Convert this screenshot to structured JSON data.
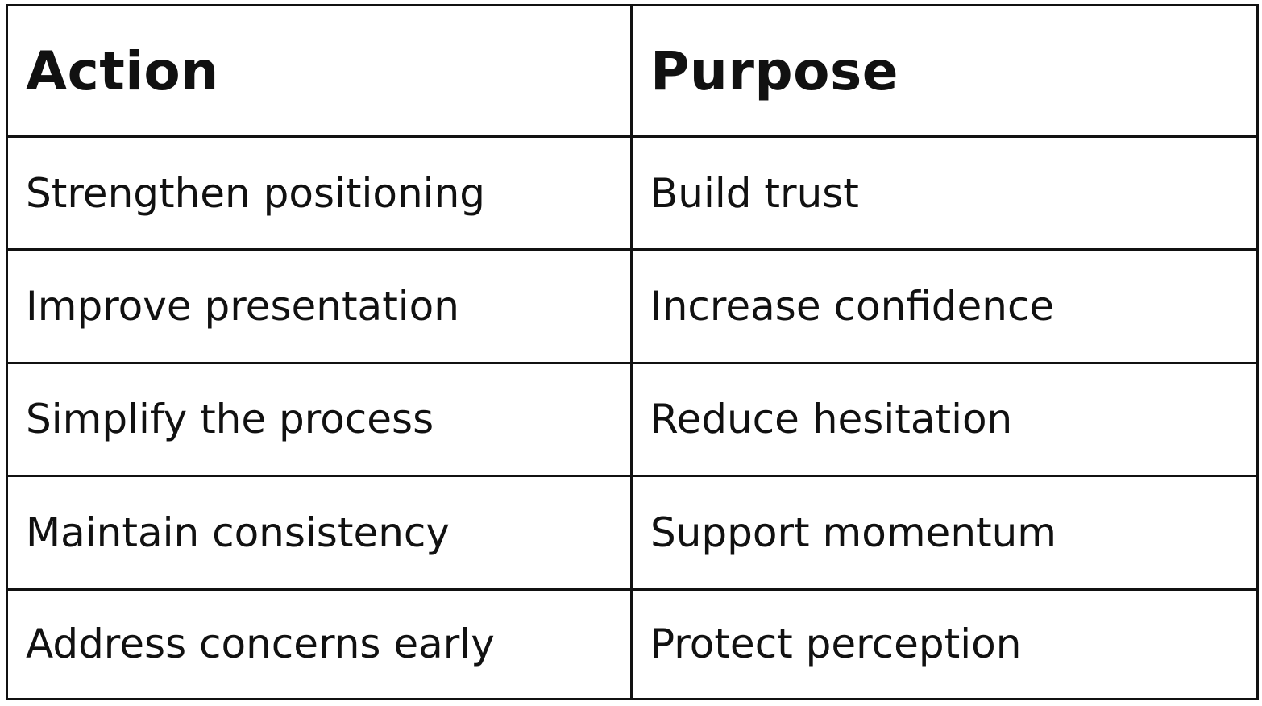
{
  "table": {
    "headers": [
      "Action",
      "Purpose"
    ],
    "rows": [
      [
        "Strengthen positioning",
        "Build trust"
      ],
      [
        "Improve presentation",
        "Increase confidence"
      ],
      [
        "Simplify the process",
        "Reduce hesitation"
      ],
      [
        "Maintain consistency",
        "Support momentum"
      ],
      [
        "Address concerns early",
        "Protect perception"
      ]
    ]
  }
}
